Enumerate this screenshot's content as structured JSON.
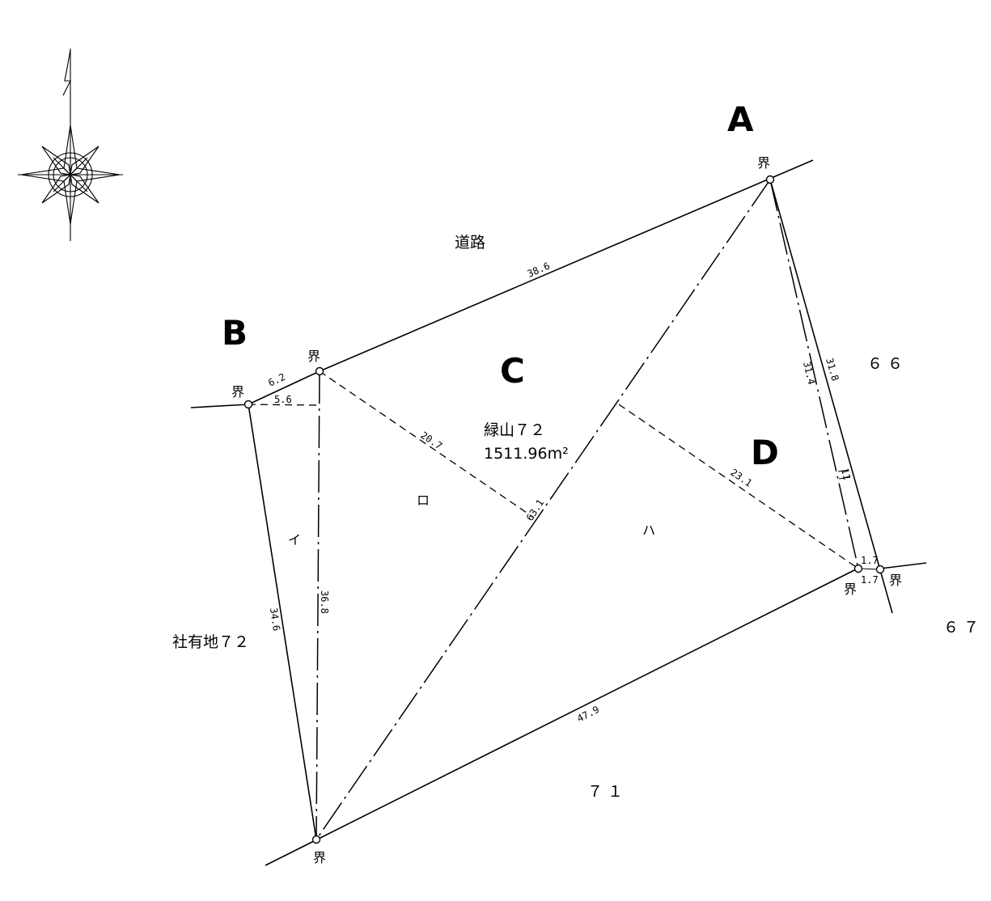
{
  "corner_labels": {
    "a": "A",
    "b": "B",
    "c": "C",
    "d": "D"
  },
  "boundary_mark": "界",
  "road_label": "道路",
  "parcel": {
    "name": "緑山７２",
    "area": "1511.96m²"
  },
  "sub_parcels": {
    "i": "イ",
    "ro": "ロ",
    "ha": "ハ"
  },
  "neighbors": {
    "n66": "６６",
    "n67": "６７",
    "n71": "７１",
    "company_land": "社有地７２"
  },
  "dimensions": {
    "d38_6": "38.6",
    "d6_2": "6.2",
    "d5_6": "5.6",
    "d20_7": "20.7",
    "d31_4": "31.4",
    "d31_8": "31.8",
    "d11": "11",
    "d23_1": "23.1",
    "d63_1": "63.1",
    "d36_8": "36.8",
    "d34_6": "34.6",
    "d47_9": "47.9",
    "d1_7a": "1.7",
    "d1_7b": "1.7"
  },
  "compass": {
    "north_letter": "N"
  },
  "colors": {
    "line": "#000000",
    "background": "#ffffff"
  }
}
